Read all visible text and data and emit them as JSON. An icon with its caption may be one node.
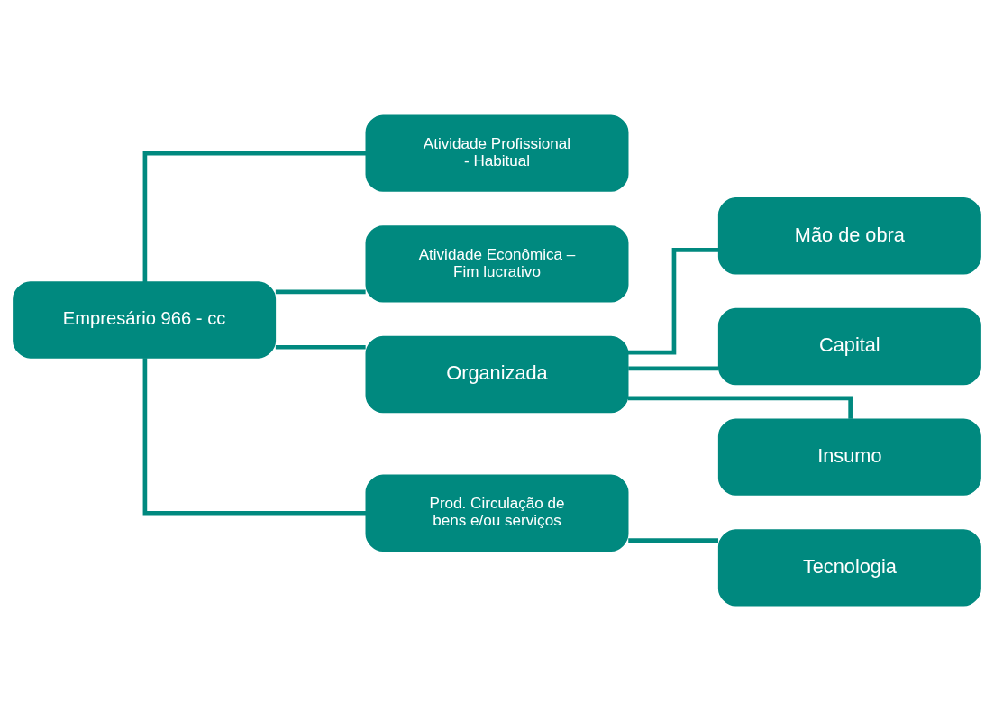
{
  "diagram": {
    "nodes": [
      {
        "text": [
          "Empresário 966 - cc"
        ]
      },
      {
        "text": [
          "Atividade Profissional - Habitual"
        ]
      },
      {
        "text": [
          "Atividade Econômica – Fim lucrativo"
        ]
      },
      {
        "text": [
          "Organizada"
        ]
      },
      {
        "text": [
          "Prod. Circulação de bens e/ou serviços"
        ]
      },
      {
        "text": [
          "Mão de obra"
        ]
      },
      {
        "text": [
          "Capital"
        ]
      },
      {
        "text": [
          "Insumo"
        ]
      },
      {
        "text": [
          "Tecnologia"
        ]
      }
    ],
    "edges": [
      {
        "from": 0,
        "to": 1,
        "arrow": "none"
      },
      {
        "from": 0,
        "to": 2,
        "arrow": "none"
      },
      {
        "from": 0,
        "to": 3,
        "arrow": "none"
      },
      {
        "from": 0,
        "to": 4,
        "arrow": "none"
      },
      {
        "from": 3,
        "to": 5,
        "arrow": "none"
      },
      {
        "from": 3,
        "to": 6,
        "arrow": "none"
      },
      {
        "from": 3,
        "to": 7,
        "arrow": "none"
      },
      {
        "from": 4,
        "to": 8,
        "arrow": "none"
      }
    ]
  }
}
